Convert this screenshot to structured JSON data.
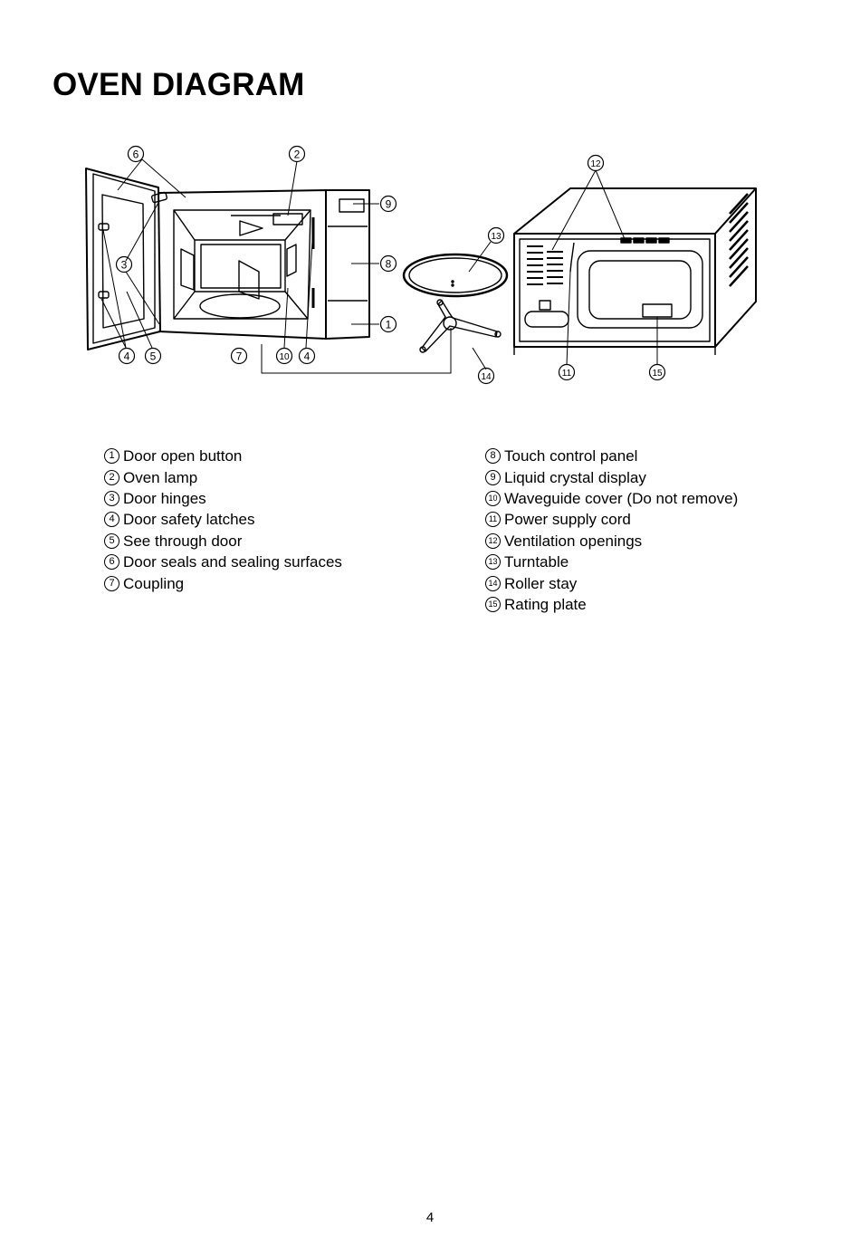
{
  "page": {
    "title": "OVEN DIAGRAM",
    "page_number": "4"
  },
  "legend": {
    "left": [
      {
        "num": "1",
        "label": "Door open button"
      },
      {
        "num": "2",
        "label": "Oven lamp"
      },
      {
        "num": "3",
        "label": "Door hinges"
      },
      {
        "num": "4",
        "label": "Door safety latches"
      },
      {
        "num": "5",
        "label": "See through door"
      },
      {
        "num": "6",
        "label": "Door seals and sealing surfaces"
      },
      {
        "num": "7",
        "label": "Coupling"
      }
    ],
    "right": [
      {
        "num": "8",
        "label": "Touch control panel"
      },
      {
        "num": "9",
        "label": "Liquid crystal display"
      },
      {
        "num": "10",
        "label": "Waveguide cover (Do not remove)"
      },
      {
        "num": "11",
        "label": "Power supply cord"
      },
      {
        "num": "12",
        "label": "Ventilation openings"
      },
      {
        "num": "13",
        "label": "Turntable"
      },
      {
        "num": "14",
        "label": "Roller stay"
      },
      {
        "num": "15",
        "label": "Rating plate"
      }
    ]
  },
  "diagram": {
    "callouts": [
      "6",
      "2",
      "9",
      "8",
      "1",
      "3",
      "4",
      "5",
      "7",
      "10",
      "4",
      "13",
      "14",
      "12",
      "11",
      "15"
    ]
  }
}
